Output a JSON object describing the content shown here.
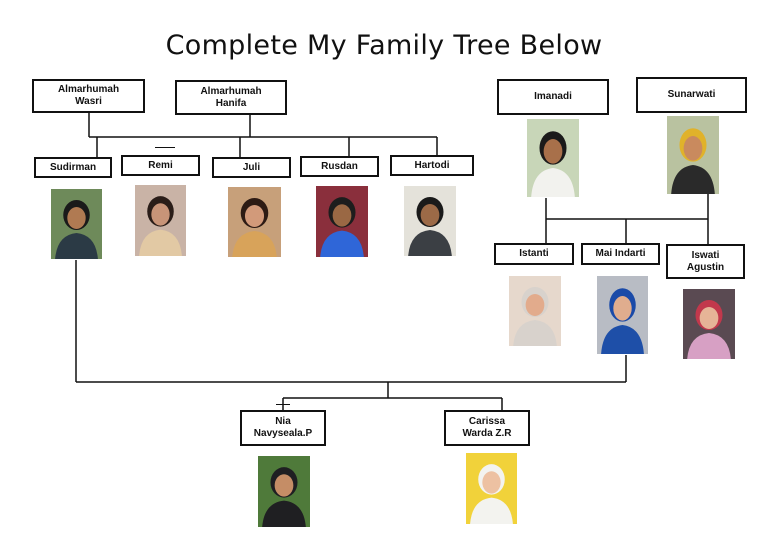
{
  "title": "Complete My Family Tree Below",
  "people": {
    "wasri": {
      "label": "Almarhumah\nWasri"
    },
    "hanifa": {
      "label": "Almarhumah\nHanifa"
    },
    "imanadi": {
      "label": "Imanadi",
      "photo_bg": "#c8d6b8",
      "cloth": "#f2f2ee",
      "skin": "#a8704a",
      "hair": "#1a1a1a"
    },
    "sunarwati": {
      "label": "Sunarwati",
      "photo_bg": "#b9c2a0",
      "cloth": "#2a2a2a",
      "skin": "#c98a5e",
      "hair": "#e0b22a"
    },
    "sudirman": {
      "label": "Sudirman",
      "photo_bg": "#6e8a5a",
      "cloth": "#2b3a45",
      "skin": "#b07a52",
      "hair": "#1a1a1a"
    },
    "remi": {
      "label": "Remi",
      "photo_bg": "#c9b3a6",
      "cloth": "#e2c9a4",
      "skin": "#c89478",
      "hair": "#2a1d18"
    },
    "juli": {
      "label": "Juli",
      "photo_bg": "#c7a07a",
      "cloth": "#d8a35a",
      "skin": "#d29a7a",
      "hair": "#2d1b14"
    },
    "rusdan": {
      "label": "Rusdan",
      "photo_bg": "#8a2f3c",
      "cloth": "#2f66d8",
      "skin": "#9a6844",
      "hair": "#1d1d1d"
    },
    "hartodi": {
      "label": "Hartodi",
      "photo_bg": "#e4e2da",
      "cloth": "#3b3f44",
      "skin": "#9c6a47",
      "hair": "#1a1a1a"
    },
    "istanti": {
      "label": "Istanti",
      "photo_bg": "#e6d8cc",
      "cloth": "#d8d2cc",
      "skin": "#e2ab8c",
      "hair": "#d8d2cc"
    },
    "mai_indarti": {
      "label": "Mai Indarti",
      "photo_bg": "#b8bcc4",
      "cloth": "#1e4fa8",
      "skin": "#e0ad8e",
      "hair": "#1a4aa8"
    },
    "iswati": {
      "label": "Iswati\nAgustin",
      "photo_bg": "#5a4a52",
      "cloth": "#d7a0c4",
      "skin": "#e6b497",
      "hair": "#c2384c"
    },
    "nia": {
      "label": "Nia\nNavyseala.P",
      "photo_bg": "#4f7a3a",
      "cloth": "#1f1f22",
      "skin": "#c58d66",
      "hair": "#1f1f22"
    },
    "carissa": {
      "label": "Carissa\nWarda Z.R",
      "photo_bg": "#f1d23a",
      "cloth": "#f3f3ef",
      "skin": "#edc1a2",
      "hair": "#f3f3ef"
    }
  },
  "colors": {
    "line": "#111111",
    "text": "#111111",
    "background": "#ffffff"
  }
}
